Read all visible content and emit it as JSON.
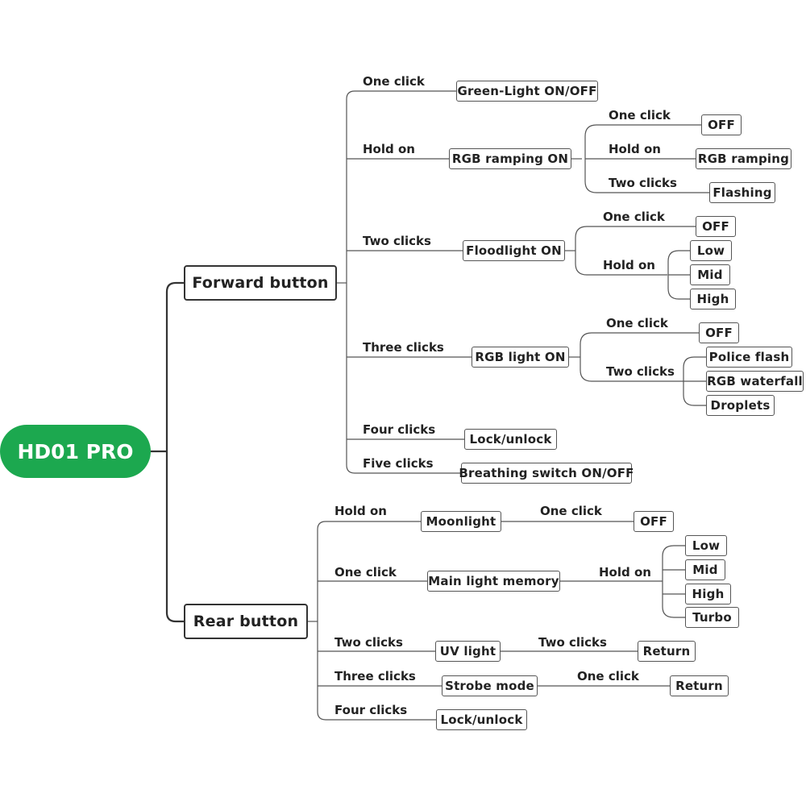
{
  "root": "HD01 PRO",
  "forward": {
    "title": "Forward button",
    "one_click": {
      "label": "One click",
      "action": "Green-Light ON/OFF"
    },
    "hold_on": {
      "label": "Hold on",
      "action": "RGB ramping ON",
      "sub": [
        {
          "label": "One click",
          "action": "OFF"
        },
        {
          "label": "Hold on",
          "action": "RGB ramping"
        },
        {
          "label": "Two clicks",
          "action": "Flashing"
        }
      ]
    },
    "two_clicks": {
      "label": "Two clicks",
      "action": "Floodlight ON",
      "one_click": {
        "label": "One click",
        "action": "OFF"
      },
      "hold_on": {
        "label": "Hold on",
        "options": [
          "Low",
          "Mid",
          "High"
        ]
      }
    },
    "three_clicks": {
      "label": "Three clicks",
      "action": "RGB light ON",
      "one_click": {
        "label": "One click",
        "action": "OFF"
      },
      "two_clicks": {
        "label": "Two clicks",
        "options": [
          "Police flash",
          "RGB waterfall",
          "Droplets"
        ]
      }
    },
    "four_clicks": {
      "label": "Four clicks",
      "action": "Lock/unlock"
    },
    "five_clicks": {
      "label": "Five clicks",
      "action": "Breathing switch ON/OFF"
    }
  },
  "rear": {
    "title": "Rear button",
    "hold_on": {
      "label": "Hold on",
      "action": "Moonlight",
      "next_label": "One click",
      "next_action": "OFF"
    },
    "one_click": {
      "label": "One click",
      "action": "Main light memory",
      "next_label": "Hold on",
      "options": [
        "Low",
        "Mid",
        "High",
        "Turbo"
      ]
    },
    "two_clicks": {
      "label": "Two clicks",
      "action": "UV light",
      "next_label": "Two clicks",
      "next_action": "Return"
    },
    "three_clicks": {
      "label": "Three clicks",
      "action": "Strobe mode",
      "next_label": "One click",
      "next_action": "Return"
    },
    "four_clicks": {
      "label": "Four clicks",
      "action": "Lock/unlock"
    }
  }
}
